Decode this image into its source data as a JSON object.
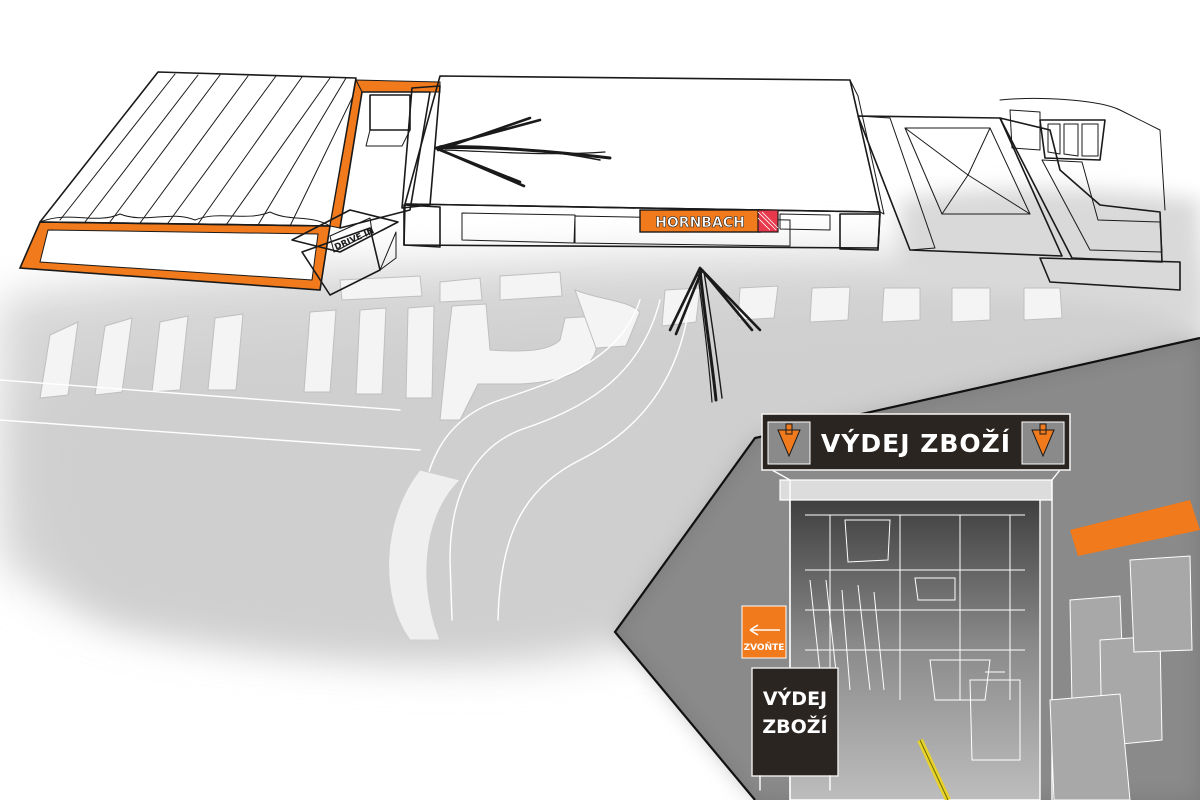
{
  "map": {
    "store_sign": "HORNBACH",
    "drive_in_sign": "DRIVE IN",
    "main_sign": "VÝDEJ ZBOŽÍ",
    "side_sign_line1": "VÝDEJ",
    "side_sign_line2": "ZBOŽÍ",
    "bell_label": "ZVOŇTE"
  },
  "colors": {
    "orange": "#f07a1c",
    "dark": "#2b2522",
    "teal": "#8fd8d8",
    "dark_teal": "#1f4c4a",
    "asphalt": "#d4d4d4",
    "panel": "#5a5a5a"
  },
  "icons": [
    "arrow-into-building-icon",
    "arrow-to-entrance-icon",
    "down-arrow-icon",
    "left-arrow-icon"
  ]
}
